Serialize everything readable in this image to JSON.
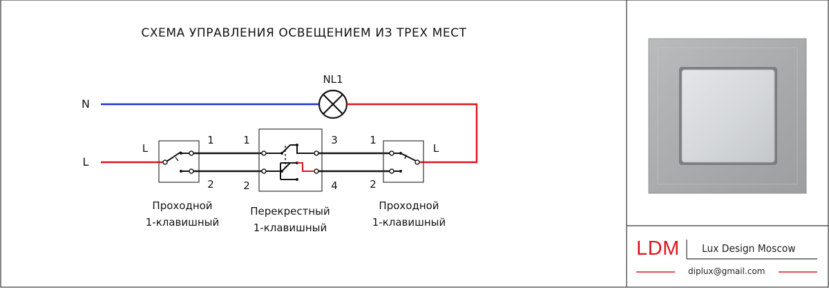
{
  "diagram": {
    "title": "СХЕМА УПРАВЛЕНИЯ ОСВЕЩЕНИЕМ  ИЗ ТРЕХ МЕСТ",
    "lamp_label": "NL1",
    "neutral_label": "N",
    "line_label": "L",
    "switch_left": {
      "terminal_l": "L",
      "terminal_1": "1",
      "terminal_2": "2",
      "caption_1": "Проходной",
      "caption_2": "1-клавишный"
    },
    "switch_cross": {
      "terminal_1": "1",
      "terminal_2": "2",
      "terminal_3": "3",
      "terminal_4": "4",
      "caption_1": "Перекрестный",
      "caption_2": "1-клавишный"
    },
    "switch_right": {
      "terminal_l": "L",
      "terminal_1": "1",
      "terminal_2": "2",
      "caption_1": "Проходной",
      "caption_2": "1-клавишный"
    },
    "colors": {
      "neutral": "#1f2fd1",
      "phase": "#e0121b",
      "wire": "#111111",
      "border": "#333333"
    }
  },
  "sidebar": {
    "product_image": "aluminium-light-switch-photo",
    "logo": "LDM",
    "company_name": "Lux Design Moscow",
    "email": "diplux@gmail.com",
    "accent_color": "#e1141b"
  }
}
